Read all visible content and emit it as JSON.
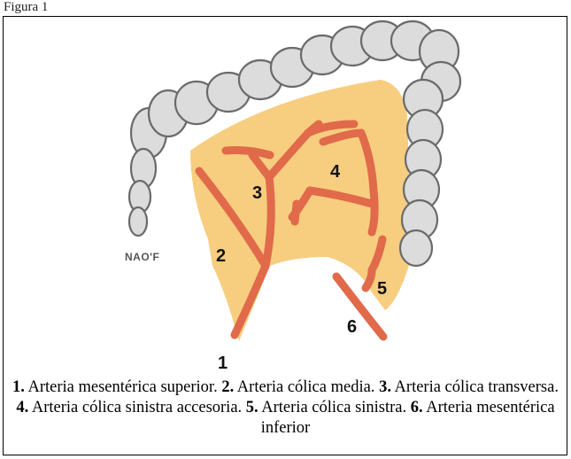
{
  "figure_label": "Figura 1",
  "signature": "NAO'F",
  "numbers": [
    "1",
    "2",
    "3",
    "4",
    "5",
    "6"
  ],
  "legend": [
    {
      "num": "1.",
      "text": " Arteria mesentérica superior. "
    },
    {
      "num": "2.",
      "text": " Arteria cólica media. "
    },
    {
      "num": "3.",
      "text": " Arteria cólica transversa. "
    },
    {
      "num": "4.",
      "text": " Arteria cólica sinistra accesoria. "
    },
    {
      "num": "5.",
      "text": " Arteria cólica sinistra. "
    },
    {
      "num": "6.",
      "text": " Arteria mesentérica inferior"
    }
  ],
  "colors": {
    "artery": "#e06a4a",
    "mesentery": "#f6c46a",
    "colon_fill": "#dcdcdc",
    "colon_outline": "#6a6a6a"
  }
}
